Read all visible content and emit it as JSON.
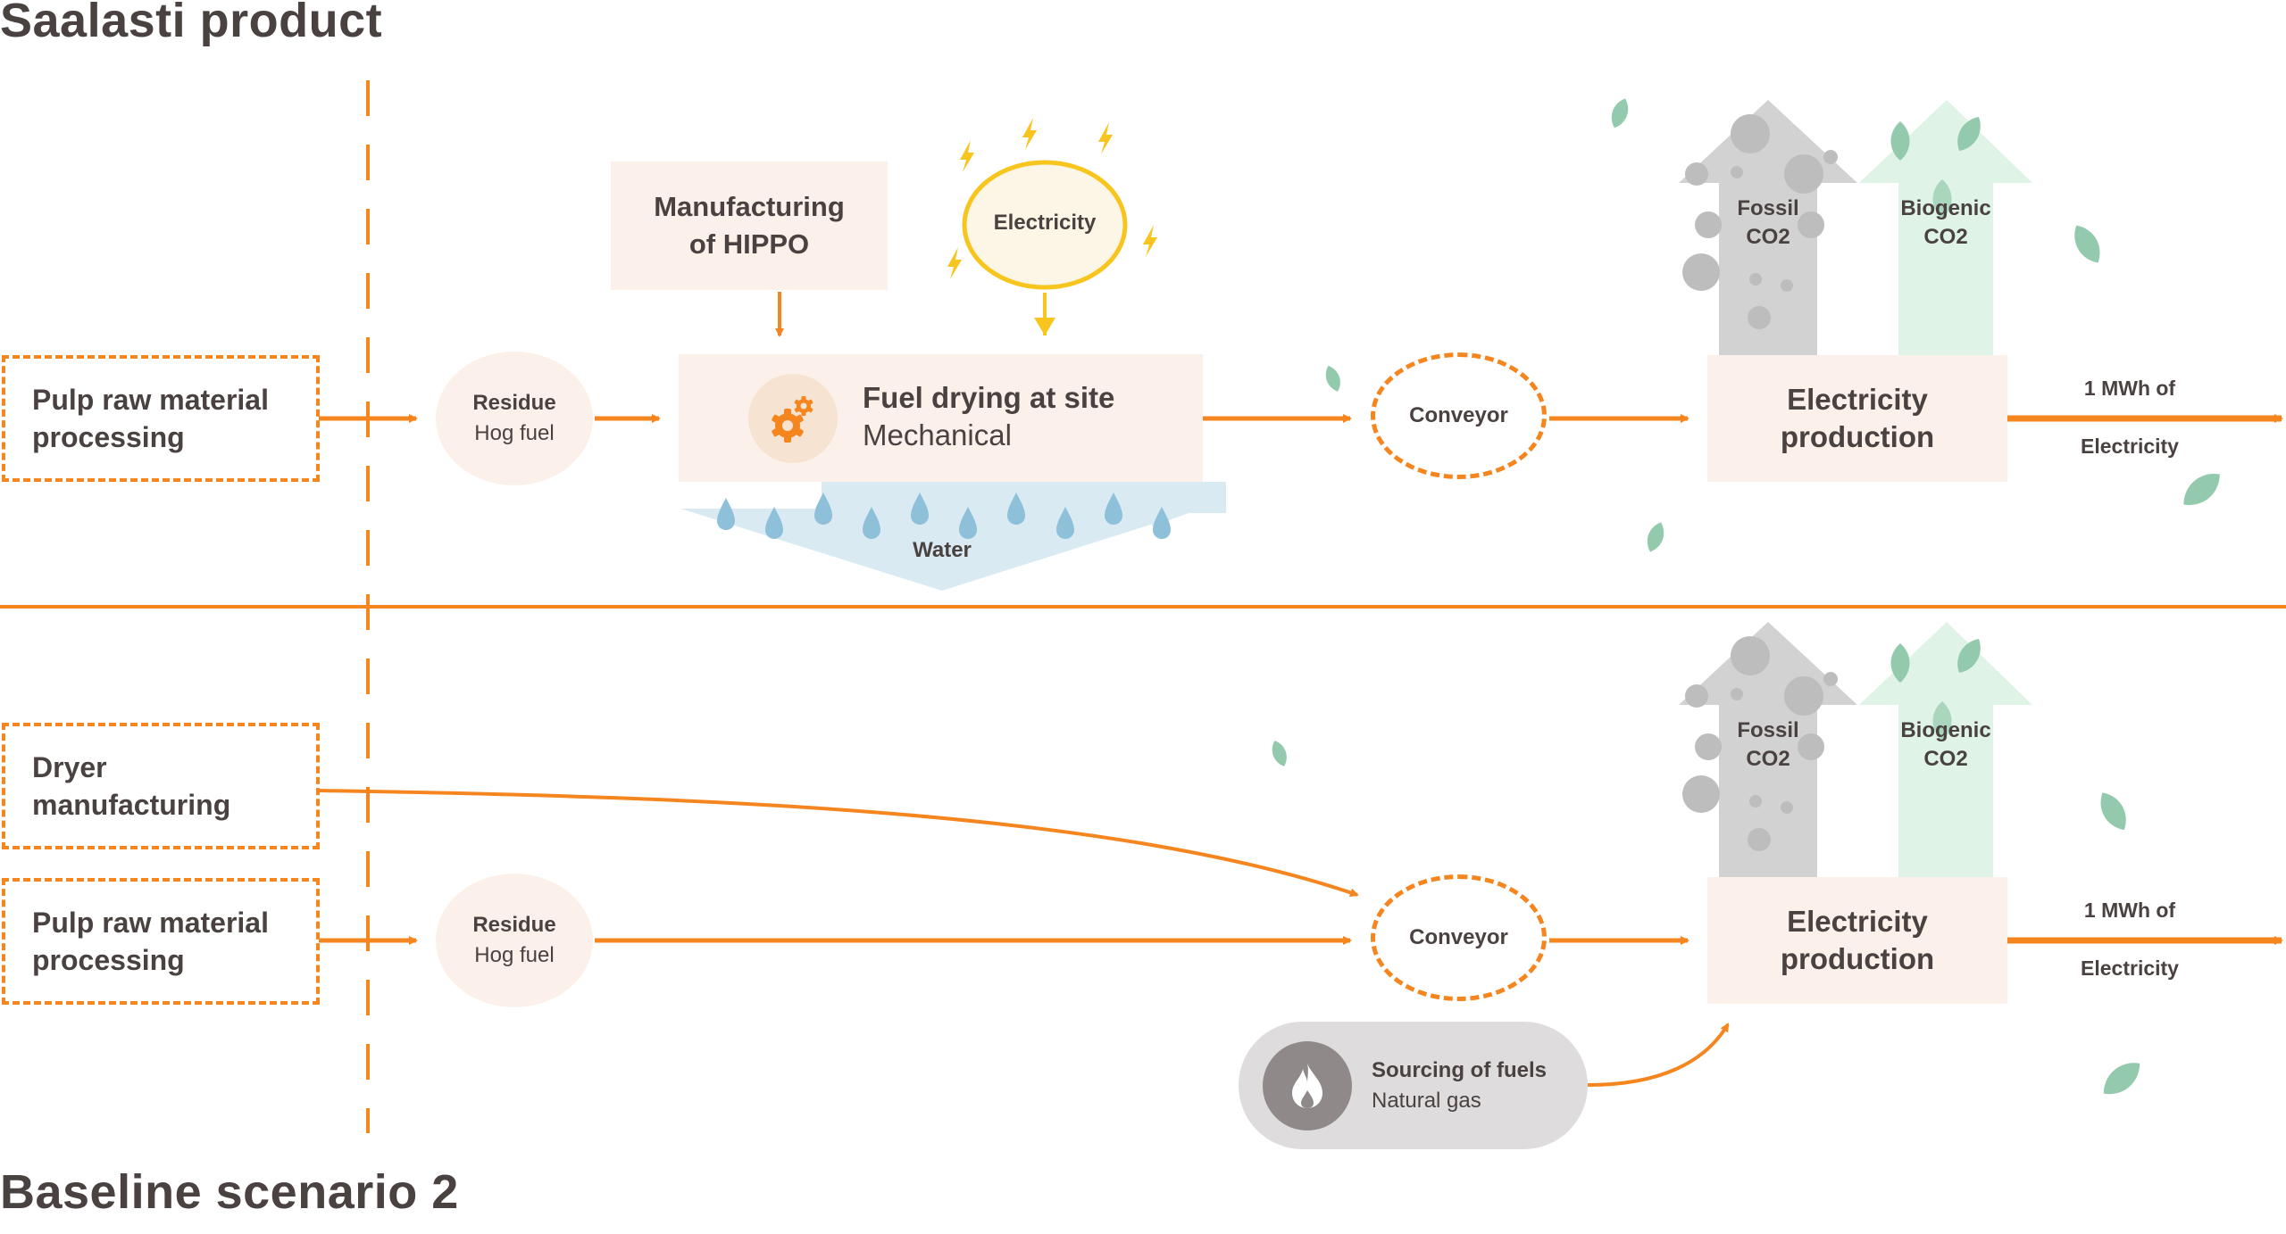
{
  "colors": {
    "accent_orange": "#f5861f",
    "node_fill": "#fbf1ea",
    "text_dark": "#4a4240",
    "electricity_yellow": "#f7c51e",
    "electricity_fill": "#fcf6e6",
    "water_fill": "#d9eaf3",
    "water_drop": "#8fc0da",
    "fossil_gray": "#d2d2d2",
    "fossil_dots": "#bdbdbd",
    "biogenic_fill": "#dff3e6",
    "biogenic_leaf": "#93c9ad",
    "sourcing_fill": "#dedcdc",
    "sourcing_icon_bg": "#8f8a89"
  },
  "sections": {
    "top_title": "Saalasti product",
    "bottom_title": "Baseline scenario 2"
  },
  "top": {
    "pulp": {
      "line1": "Pulp raw material",
      "line2": "processing"
    },
    "residue": {
      "title": "Residue",
      "subtitle": "Hog fuel"
    },
    "manufacturing": {
      "line1": "Manufacturing",
      "line2": "of HIPPO"
    },
    "electricity_input": {
      "label": "Electricity",
      "icon": "lightning-icon"
    },
    "fuel_drying": {
      "title": "Fuel drying at site",
      "subtitle": "Mechanical",
      "icon": "gears-icon"
    },
    "water": {
      "label": "Water",
      "icon": "water-drop-icon"
    },
    "conveyor": {
      "label": "Conveyor"
    },
    "fossil_co2": {
      "line1": "Fossil",
      "line2": "CO2"
    },
    "biogenic_co2": {
      "line1": "Biogenic",
      "line2": "CO2"
    },
    "electricity_production": {
      "line1": "Electricity",
      "line2": "production"
    },
    "output": {
      "line1": "1 MWh of",
      "line2": "Electricity"
    }
  },
  "bottom": {
    "dryer": {
      "line1": "Dryer",
      "line2": "manufacturing"
    },
    "pulp": {
      "line1": "Pulp raw material",
      "line2": "processing"
    },
    "residue": {
      "title": "Residue",
      "subtitle": "Hog fuel"
    },
    "conveyor": {
      "label": "Conveyor"
    },
    "sourcing": {
      "title": "Sourcing of fuels",
      "subtitle": "Natural gas",
      "icon": "flame-icon"
    },
    "fossil_co2": {
      "line1": "Fossil",
      "line2": "CO2"
    },
    "biogenic_co2": {
      "line1": "Biogenic",
      "line2": "CO2"
    },
    "electricity_production": {
      "line1": "Electricity",
      "line2": "production"
    },
    "output": {
      "line1": "1 MWh of",
      "line2": "Electricity"
    }
  }
}
